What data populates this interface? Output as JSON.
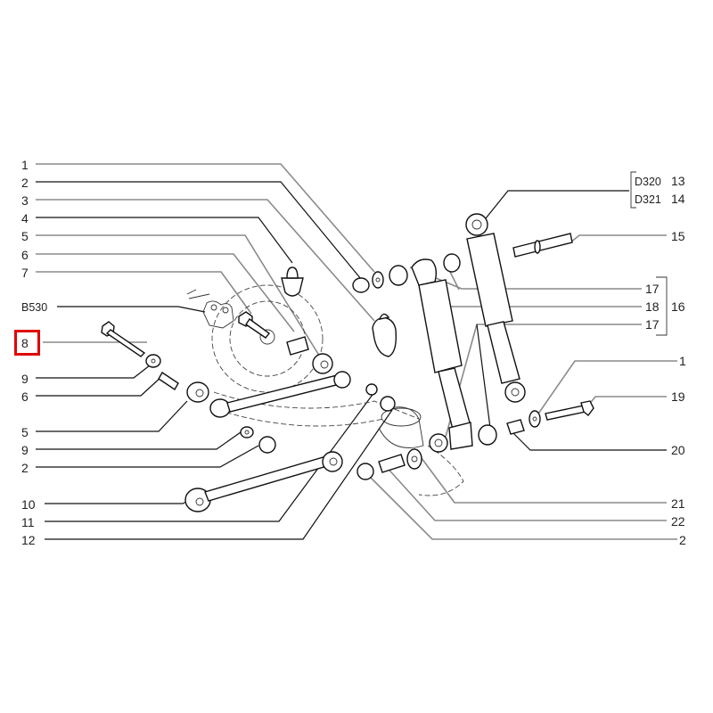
{
  "diagram": {
    "title": "Rear suspension exploded parts diagram",
    "highlight_color": "#e00000",
    "highlighted_label": "8",
    "left_labels": [
      {
        "id": "l1",
        "text": "1"
      },
      {
        "id": "l2",
        "text": "2"
      },
      {
        "id": "l3",
        "text": "3"
      },
      {
        "id": "l4",
        "text": "4"
      },
      {
        "id": "l5",
        "text": "5"
      },
      {
        "id": "l6",
        "text": "6"
      },
      {
        "id": "l7",
        "text": "7"
      },
      {
        "id": "lb530",
        "text": "B530"
      },
      {
        "id": "l8",
        "text": "8"
      },
      {
        "id": "l9a",
        "text": "9"
      },
      {
        "id": "l6b",
        "text": "6"
      },
      {
        "id": "l5b",
        "text": "5"
      },
      {
        "id": "l9b",
        "text": "9"
      },
      {
        "id": "l2b",
        "text": "2"
      },
      {
        "id": "l10",
        "text": "10"
      },
      {
        "id": "l11",
        "text": "11"
      },
      {
        "id": "l12",
        "text": "12"
      }
    ],
    "right_labels": [
      {
        "id": "r13code",
        "text": "D320"
      },
      {
        "id": "r13",
        "text": "13"
      },
      {
        "id": "r14code",
        "text": "D321"
      },
      {
        "id": "r14",
        "text": "14"
      },
      {
        "id": "r15",
        "text": "15"
      },
      {
        "id": "r17a",
        "text": "17"
      },
      {
        "id": "r18",
        "text": "18"
      },
      {
        "id": "r17b",
        "text": "17"
      },
      {
        "id": "r16",
        "text": "16"
      },
      {
        "id": "r1",
        "text": "1"
      },
      {
        "id": "r19",
        "text": "19"
      },
      {
        "id": "r20",
        "text": "20"
      },
      {
        "id": "r21",
        "text": "21"
      },
      {
        "id": "r22",
        "text": "22"
      },
      {
        "id": "r2",
        "text": "2"
      }
    ]
  }
}
